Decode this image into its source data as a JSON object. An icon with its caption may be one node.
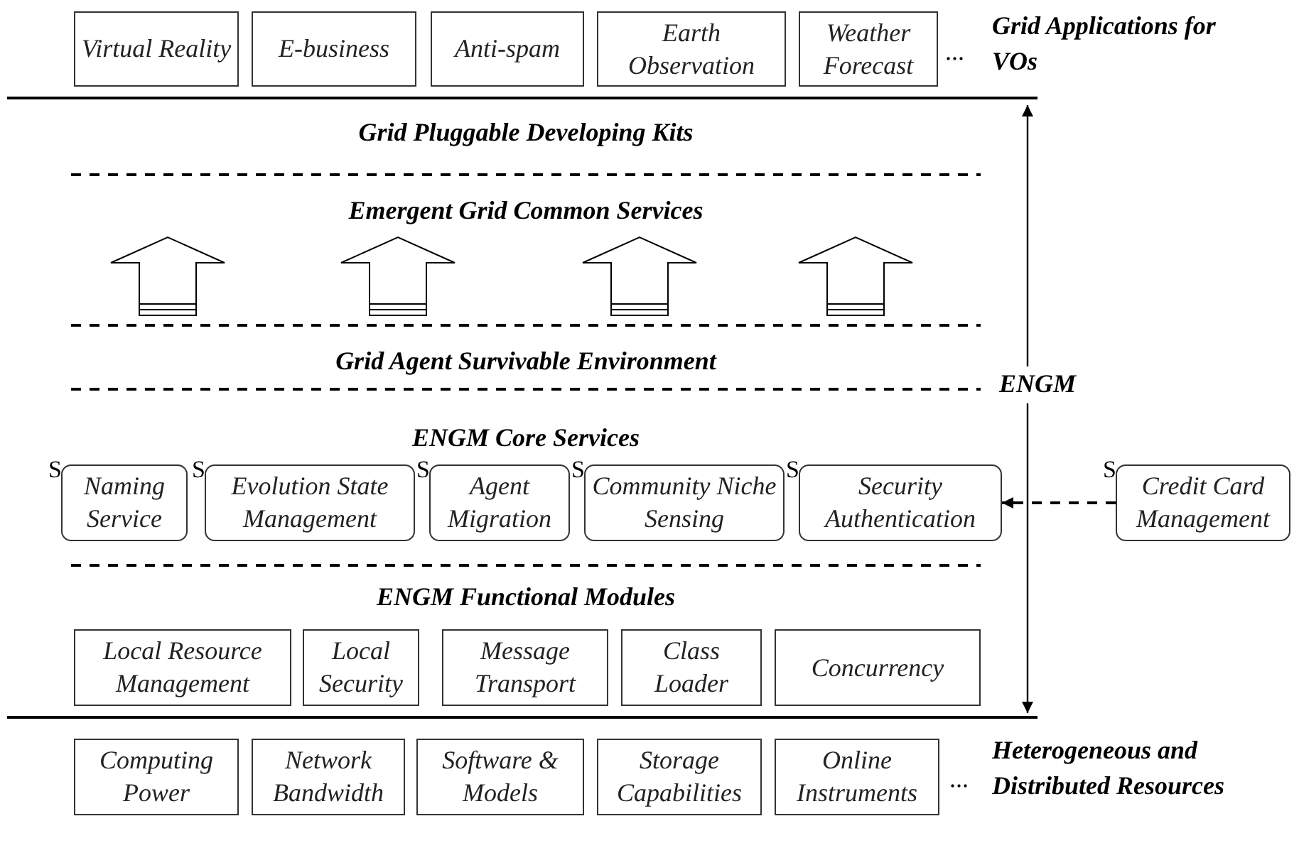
{
  "diagram": {
    "nodes": [
      {
        "text": [
          "Virtual Reality"
        ]
      },
      {
        "text": [
          "E-business"
        ]
      },
      {
        "text": [
          "Anti-spam"
        ]
      },
      {
        "text": [
          "Earth Observation"
        ]
      },
      {
        "text": [
          "Weather Forecast"
        ]
      },
      {
        "text": [
          "Naming Service"
        ],
        "beside": [
          "S"
        ]
      },
      {
        "text": [
          "Evolution State Management"
        ],
        "beside": [
          "S"
        ]
      },
      {
        "text": [
          "Agent Migration"
        ],
        "beside": [
          "S"
        ]
      },
      {
        "text": [
          "Community Niche Sensing"
        ],
        "beside": [
          "S"
        ]
      },
      {
        "text": [
          "Security Authentication"
        ],
        "beside": [
          "S"
        ]
      },
      {
        "text": [
          "Credit Card Management"
        ],
        "beside": [
          "S"
        ]
      },
      {
        "text": [
          "Local Resource Management"
        ]
      },
      {
        "text": [
          "Local Security"
        ]
      },
      {
        "text": [
          "Message Transport"
        ]
      },
      {
        "text": [
          "Class Loader"
        ]
      },
      {
        "text": [
          "Concurrency"
        ]
      },
      {
        "text": [
          "Computing Power"
        ]
      },
      {
        "text": [
          "Network Bandwidth"
        ]
      },
      {
        "text": [
          "Software & Models"
        ]
      },
      {
        "text": [
          "Storage Capabilities"
        ]
      },
      {
        "text": [
          "Online Instruments"
        ]
      }
    ],
    "edges": [
      {
        "from": 10,
        "to": 9,
        "arrow": "to",
        "style": "dashed"
      }
    ],
    "labels": [
      "...",
      "Grid Applications for VOs",
      "Grid Pluggable Developing Kits",
      "Emergent Grid Common Services",
      "Grid Agent Survivable Environment",
      "ENGM",
      "ENGM Core Services",
      "ENGM Functional Modules",
      "...",
      "Heterogeneous and Distributed Resources"
    ]
  }
}
